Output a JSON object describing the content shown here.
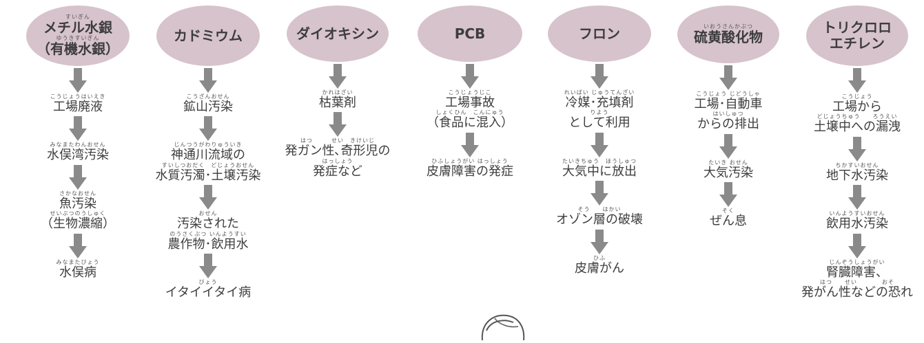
{
  "colors": {
    "bubble": "#d7c3cc",
    "arrow": "#8a8a8a",
    "text": "#3d3d3d"
  },
  "columns": [
    {
      "id": "mercury",
      "title_ruby": "すいぎん",
      "title": "メチル水銀",
      "title2_ruby": "ゆうきすいぎん",
      "title2": "（有機水銀）",
      "steps": [
        {
          "ruby": "こうじょうはいえき",
          "text": "工場廃液"
        },
        {
          "ruby": "みなまたわんおせん",
          "text": "水俣湾汚染"
        },
        {
          "ruby": "さかなおせん",
          "text": "魚汚染",
          "ruby2": "せいぶつのうしゅく",
          "text2": "（生物濃縮）"
        },
        {
          "ruby": "みなまたびょう",
          "text": "水俣病"
        }
      ]
    },
    {
      "id": "cadmium",
      "title": "カドミウム",
      "steps": [
        {
          "ruby": "こうざんおせん",
          "text": "鉱山汚染"
        },
        {
          "ruby": "じんつうがわりゅういき",
          "text": "神通川流域の",
          "ruby2": "すいしつおだく　どじょうおせん",
          "text2": "水質汚濁･土壌汚染"
        },
        {
          "ruby": "おせん",
          "text": "汚染された",
          "ruby2": "のうさくぶつ いんようすい",
          "text2": "農作物･飲用水"
        },
        {
          "ruby": "びょう",
          "text": "イタイイタイ病"
        }
      ]
    },
    {
      "id": "dioxin",
      "title": "ダイオキシン",
      "steps": [
        {
          "ruby": "かれはざい",
          "text": "枯葉剤"
        },
        {
          "ruby": "はつ　　　せい　きけいじ",
          "text": "発ガン性､奇形児の",
          "ruby2": "はっしょう",
          "text2": "発症など"
        }
      ]
    },
    {
      "id": "pcb",
      "title": "PCB",
      "steps": [
        {
          "ruby": "こうじょうじこ",
          "text": "工場事故",
          "ruby2": "しょくひん　こんにゅう",
          "text2": "（食品に混入）"
        },
        {
          "ruby": "ひふしょうがい はっしょう",
          "text": "皮膚障害の発症"
        }
      ]
    },
    {
      "id": "freon",
      "title": "フロン",
      "steps": [
        {
          "ruby": "れいばい じゅうてんざい",
          "text": "冷媒･充填剤",
          "ruby2": "りよう",
          "text2": "として利用"
        },
        {
          "ruby": "たいきちゅう　ほうしゅつ",
          "text": "大気中に放出"
        },
        {
          "ruby": "そう　　はかい",
          "text": "オゾン層の破壊"
        },
        {
          "ruby": "ひふ",
          "text": "皮膚がん"
        }
      ]
    },
    {
      "id": "sulfur",
      "title_ruby": "いおうさんかぶつ",
      "title": "硫黄酸化物",
      "steps": [
        {
          "ruby": "こうじょう じどうしゃ",
          "text": "工場･自動車",
          "ruby2": "はいしゅつ",
          "text2": "からの排出"
        },
        {
          "ruby": "たいき おせん",
          "text": "大気汚染"
        },
        {
          "ruby": "そく",
          "text": "ぜん息"
        }
      ]
    },
    {
      "id": "trichloroethylene",
      "title": "トリクロロ",
      "title2": "エチレン",
      "steps": [
        {
          "ruby": "こうじょう",
          "text": "工場から",
          "ruby2": "どじょうちゅう　　ろうえい",
          "text2": "土壌中への漏洩"
        },
        {
          "ruby": "ちかすいおせん",
          "text": "地下水汚染"
        },
        {
          "ruby": "いんようすいおせん",
          "text": "飲用水汚染"
        },
        {
          "ruby": "じんぞうしょうがい",
          "text": "腎臓障害、",
          "ruby2": "はつ　　せい　　　　おそ",
          "text2": "発がん性などの恐れ"
        }
      ]
    }
  ]
}
